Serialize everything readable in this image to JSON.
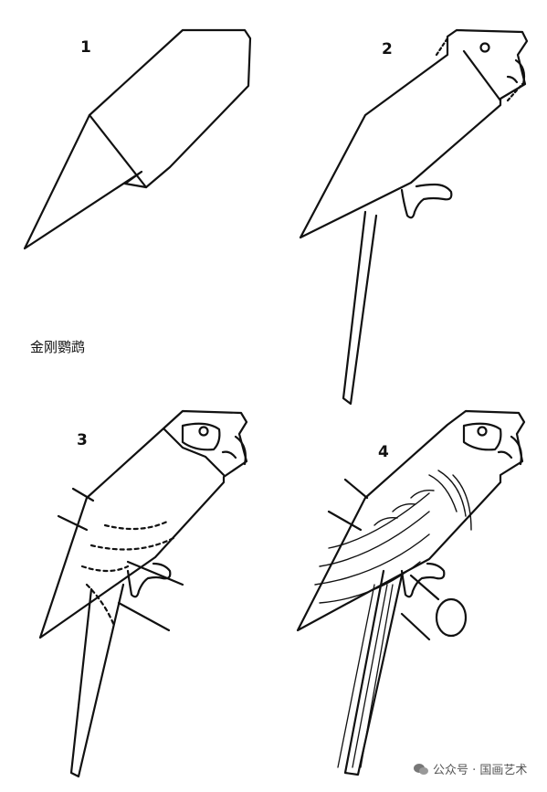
{
  "steps": [
    "1",
    "2",
    "3",
    "4"
  ],
  "caption": "金刚鹦鹉",
  "watermark": "公众号 · 国画艺术",
  "colors": {
    "ink": "#111111",
    "paper": "#ffffff",
    "watermark": "#555555"
  }
}
